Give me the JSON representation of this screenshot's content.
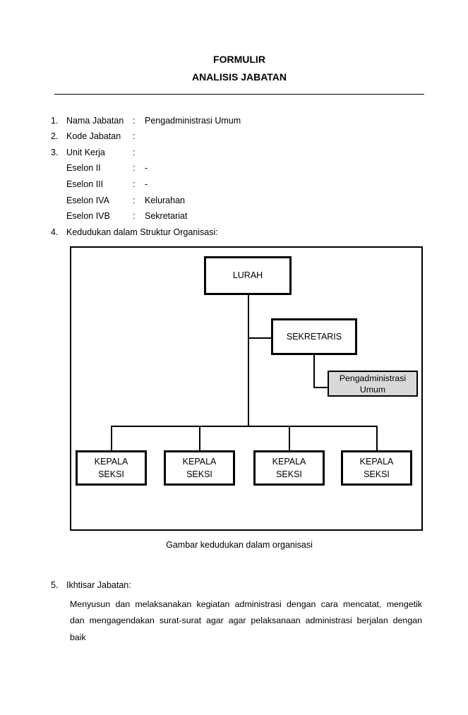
{
  "header": {
    "title_line1": "FORMULIR",
    "title_line2": "ANALISIS JABATAN"
  },
  "form": {
    "items": [
      {
        "num": "1.",
        "label": "Nama Jabatan",
        "colon": ":",
        "value": "Pengadministrasi Umum"
      },
      {
        "num": "2.",
        "label": "Kode Jabatan",
        "colon": ":",
        "value": ""
      },
      {
        "num": "3.",
        "label": "Unit Kerja",
        "colon": ":",
        "value": ""
      },
      {
        "num": "",
        "label": "Eselon II",
        "colon": ":",
        "value": "-"
      },
      {
        "num": "",
        "label": "Eselon III",
        "colon": ":",
        "value": "-"
      },
      {
        "num": "",
        "label": "Eselon IVA",
        "colon": ":",
        "value": "Kelurahan"
      },
      {
        "num": "",
        "label": "Eselon IVB",
        "colon": ":",
        "value": "Sekretariat"
      },
      {
        "num": "4.",
        "label": "Kedudukan dalam Struktur Organisasi:",
        "colon": "",
        "value": ""
      }
    ]
  },
  "org_chart": {
    "nodes": {
      "lurah": "LURAH",
      "sekretaris": "SEKRETARIS",
      "pengadministrasi_line1": "Pengadministrasi",
      "pengadministrasi_line2": "Umum"
    },
    "kepala_seksi": [
      {
        "line1": "KEPALA",
        "line2": "SEKSI"
      },
      {
        "line1": "KEPALA",
        "line2": "SEKSI"
      },
      {
        "line1": "KEPALA",
        "line2": "SEKSI"
      },
      {
        "line1": "KEPALA",
        "line2": "SEKSI"
      }
    ],
    "highlight_fill": "#d9d9d9",
    "line_color": "#000000",
    "caption": "Gambar kedudukan dalam organisasi"
  },
  "section5": {
    "num": "5.",
    "label": "Ikhtisar Jabatan:",
    "body_lines": [
      "Menyusun dan melaksanakan kegiatan administrasi dengan cara mencatat, mengetik",
      "dan mengagendakan surat-surat agar agar pelaksanaan administrasi berjalan dengan",
      "baik"
    ]
  }
}
